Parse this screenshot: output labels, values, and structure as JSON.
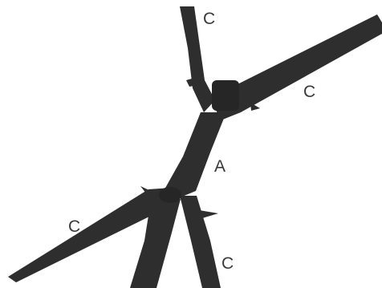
{
  "labels": {
    "c_top": "C",
    "c_right": "C",
    "a_center": "A",
    "c_left": "C",
    "c_bottom": "C"
  },
  "colors": {
    "branch": "#2e2e2e",
    "branch_shade": "#1f1f1f",
    "text": "#3a3a3a",
    "background": "#ffffff"
  }
}
